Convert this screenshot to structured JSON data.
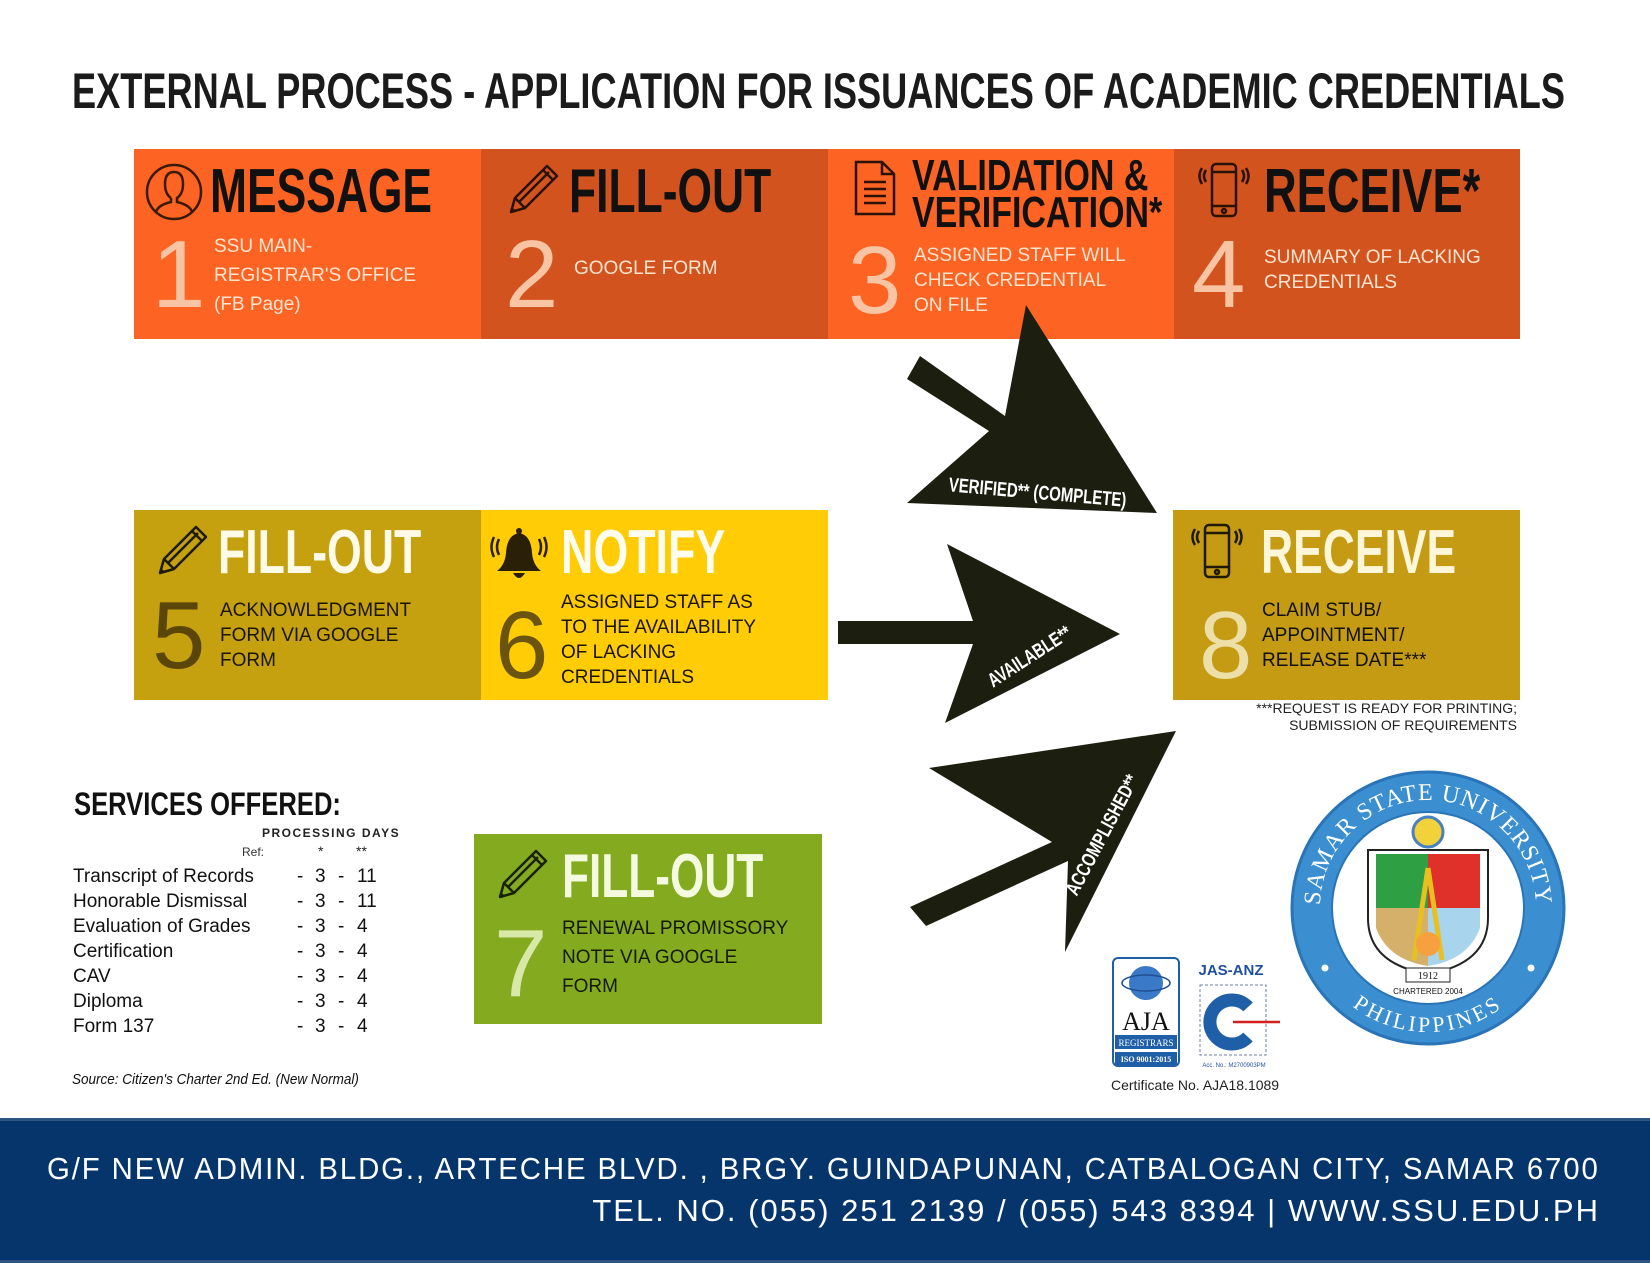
{
  "title": "EXTERNAL PROCESS - APPLICATION FOR ISSUANCES OF ACADEMIC CREDENTIALS",
  "colors": {
    "orange": "#fd6322",
    "dark_orange": "#d2531e",
    "olive_gold": "#c5a00f",
    "yellow": "#ffcc05",
    "gold": "#c49b12",
    "green": "#84aa20",
    "arrow": "#1c1e10",
    "footer": "#05356b",
    "seal_blue": "#3b8fd0"
  },
  "steps": {
    "s1": {
      "number": "1",
      "heading": "MESSAGE",
      "desc": "SSU MAIN-\nREGISTRAR'S OFFICE\n(FB Page)",
      "icon": "user-circle-icon"
    },
    "s2": {
      "number": "2",
      "heading": "FILL-OUT",
      "desc": "GOOGLE FORM",
      "icon": "pencil-icon"
    },
    "s3": {
      "number": "3",
      "heading": "VALIDATION &\nVERIFICATION*",
      "desc": "ASSIGNED STAFF WILL\nCHECK CREDENTIAL\nON FILE",
      "icon": "document-icon"
    },
    "s4": {
      "number": "4",
      "heading": "RECEIVE*",
      "desc": "SUMMARY OF LACKING\nCREDENTIALS",
      "icon": "phone-ringing-icon"
    },
    "s5": {
      "number": "5",
      "heading": "FILL-OUT",
      "desc": "ACKNOWLEDGMENT\nFORM VIA GOOGLE\nFORM",
      "icon": "pencil-icon"
    },
    "s6": {
      "number": "6",
      "heading": "NOTIFY",
      "desc": "ASSIGNED STAFF AS\nTO THE AVAILABILITY\nOF LACKING\nCREDENTIALS",
      "icon": "bell-icon"
    },
    "s7": {
      "number": "7",
      "heading": "FILL-OUT",
      "desc": "RENEWAL PROMISSORY\nNOTE VIA GOOGLE\nFORM",
      "icon": "pencil-icon"
    },
    "s8": {
      "number": "8",
      "heading": "RECEIVE",
      "desc": "CLAIM STUB/\nAPPOINTMENT/\nRELEASE DATE***",
      "icon": "phone-ringing-icon"
    }
  },
  "arrows": {
    "verified": "VERIFIED** (COMPLETE)",
    "available": "AVAILABLE**",
    "accomplished": "ACCOMPLISHED**"
  },
  "note": "***REQUEST IS READY FOR PRINTING;\nSUBMISSION OF REQUIREMENTS",
  "services": {
    "title": "SERVICES OFFERED:",
    "processing_days": "PROCESSING DAYS",
    "ref": "Ref:",
    "col1": "*",
    "col2": "**",
    "rows": [
      {
        "name": "Transcript of Records",
        "a": "3",
        "b": "11"
      },
      {
        "name": "Honorable Dismissal",
        "a": "3",
        "b": "11"
      },
      {
        "name": "Evaluation of Grades",
        "a": "3",
        "b": "4"
      },
      {
        "name": "Certification",
        "a": "3",
        "b": "4"
      },
      {
        "name": "CAV",
        "a": "3",
        "b": "4"
      },
      {
        "name": "Diploma",
        "a": "3",
        "b": "4"
      },
      {
        "name": "Form 137",
        "a": "3",
        "b": "4"
      }
    ],
    "dash": "-",
    "source": "Source: Citizen's Charter 2nd Ed. (New Normal)"
  },
  "certification": {
    "aja": "AJA",
    "registrars": "REGISTRARS",
    "iso": "ISO 9001:2015",
    "jas_anz": "JAS-ANZ",
    "acc_no": "Acc. No.: M2700903PM",
    "certificate": "Certificate No. AJA18.1089"
  },
  "seal": {
    "top_text": "SAMAR STATE UNIVERSITY",
    "bottom_text": "PHILIPPINES",
    "year": "1912",
    "chartered": "CHARTERED 2004"
  },
  "footer": {
    "address": "G/F NEW ADMIN. BLDG., ARTECHE BLVD. , BRGY. GUINDAPUNAN, CATBALOGAN CITY, SAMAR 6700",
    "contact": "TEL. NO. (055) 251 2139 / (055) 543 8394  |  WWW.SSU.EDU.PH"
  }
}
